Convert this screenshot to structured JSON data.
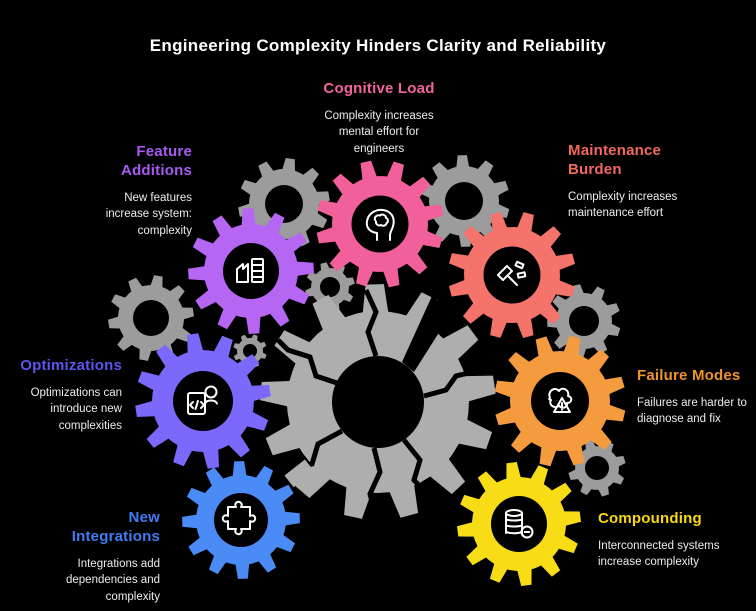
{
  "title": "Engineering Complexity Hinders Clarity and Reliability",
  "background_color": "#000000",
  "central_gear": {
    "name": "fractured system gear",
    "color": "#aeaeae"
  },
  "background_gear_color": "#9c9c9c",
  "sections": [
    {
      "id": "cognitive-load",
      "label": "Cognitive Load",
      "description": "Complexity increases mental effort for engineers",
      "color": "#f4649e",
      "gear_color": "#f2609c",
      "icon": "brain-head-icon"
    },
    {
      "id": "feature-additions",
      "label": "Feature Additions",
      "description": "New features increase system: complexity",
      "color": "#a95af2",
      "gear_color": "#b566f2",
      "icon": "feature-blocks-icon"
    },
    {
      "id": "maintenance-burden",
      "label": "Maintenance Burden",
      "description": "Complexity increases maintenance effort",
      "color": "#f3685f",
      "gear_color": "#f4736b",
      "icon": "hammer-icon"
    },
    {
      "id": "optimizations",
      "label": "Optimizations",
      "description": "Optimizations can introduce new complexities",
      "color": "#5b55ef",
      "gear_color": "#7a69fa",
      "icon": "code-review-icon"
    },
    {
      "id": "failure-modes",
      "label": "Failure Modes",
      "description": "Failures are harder to diagnose and fix",
      "color": "#ef932c",
      "gear_color": "#f49b3d",
      "icon": "error-scribble-icon"
    },
    {
      "id": "new-integrations",
      "label": "New Integrations",
      "description": "Integrations add dependencies and complexity",
      "color": "#3d7cf2",
      "gear_color": "#4a8bf5",
      "icon": "puzzle-icon"
    },
    {
      "id": "compounding",
      "label": "Compounding",
      "description": "Interconnected systems increase complexity",
      "color": "#f8d912",
      "gear_color": "#f8dc15",
      "icon": "coin-stack-icon"
    }
  ]
}
